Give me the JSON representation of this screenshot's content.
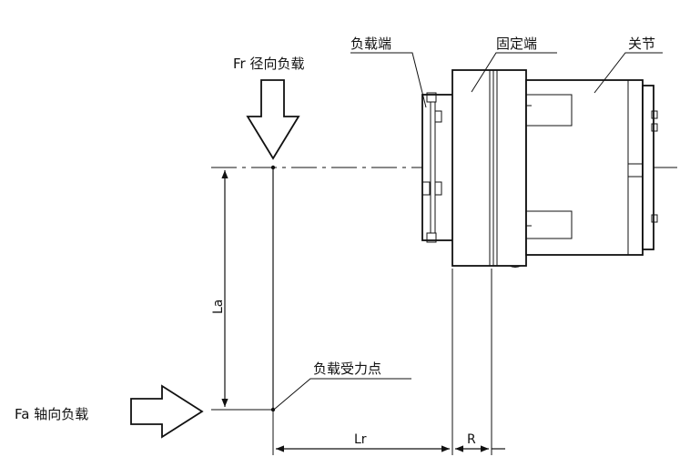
{
  "labels": {
    "radial_load": "Fr 径向负载",
    "axial_load": "Fa 轴向负载",
    "load_end": "负载端",
    "fixed_end": "固定端",
    "joint": "关节",
    "load_point": "负载受力点"
  },
  "dimensions": {
    "la": "La",
    "lr": "Lr",
    "r": "R"
  }
}
